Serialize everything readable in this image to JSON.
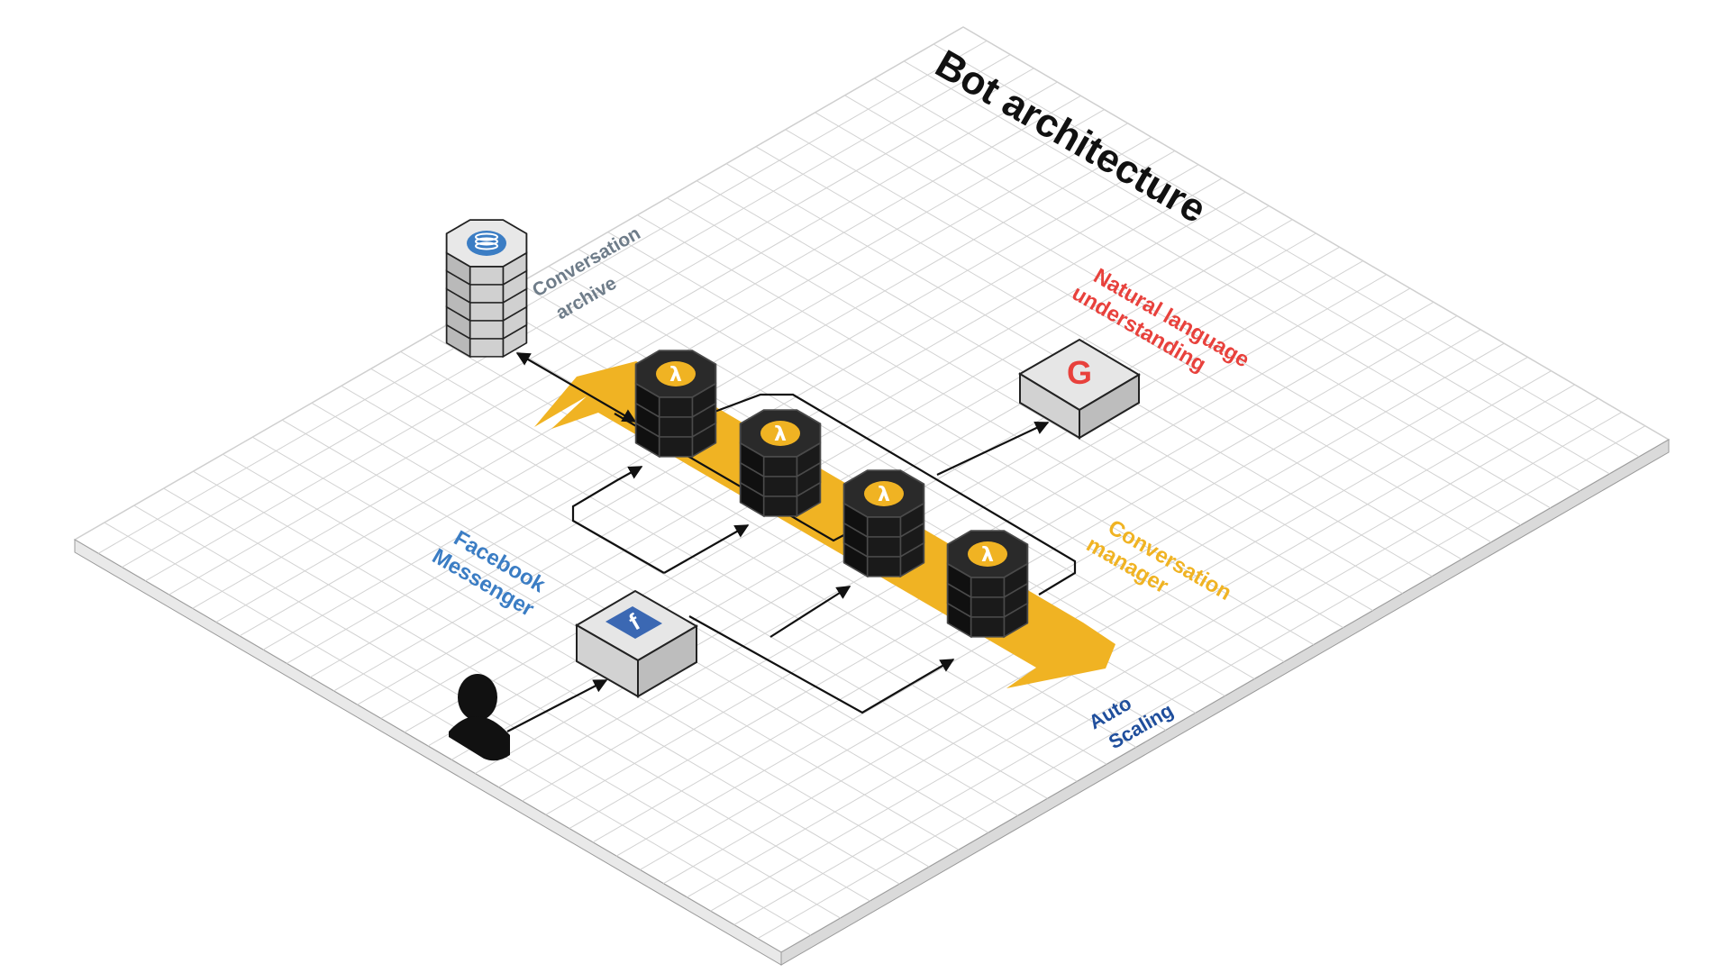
{
  "title": "Bot architecture",
  "labels": {
    "archive": [
      "Conversation",
      "archive"
    ],
    "nlu": [
      "Natural language",
      "understanding"
    ],
    "manager": [
      "Conversation",
      "manager"
    ],
    "messenger": [
      "Facebook",
      "Messenger"
    ],
    "scaling": [
      "Auto",
      "Scaling"
    ]
  },
  "icons": {
    "lambda_glyph": "λ",
    "google_glyph": "G",
    "facebook_glyph": "f"
  },
  "colors": {
    "grid_line": "#cfcfcf",
    "platform_edge": "#9a9a9a",
    "title": "#111111",
    "archive_label": "#6e7c89",
    "nlu_label": "#e8413c",
    "manager_label": "#f0b323",
    "messenger_label": "#3b7dc4",
    "scaling_label": "#1f4e9c",
    "arrow_band": "#f0b323",
    "lambda_badge": "#f0b323",
    "lambda_stack": "#1a1a1a",
    "google": "#e8413c",
    "facebook": "#3b68b3",
    "database_badge": "#3b7dc4"
  }
}
